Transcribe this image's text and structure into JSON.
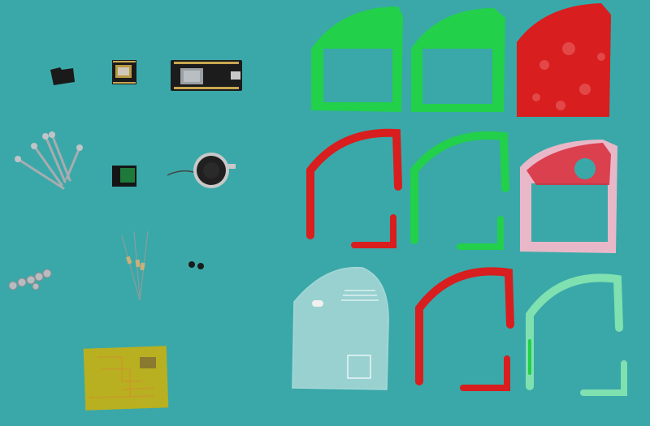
{
  "scene": {
    "background": "#3aa8a8",
    "colors": {
      "green_acrylic": "#22d04a",
      "red_acrylic": "#d81e1e",
      "red_dark": "#b01818",
      "pink": "#e8b8c8",
      "clear_acrylic": "#e8f4f4",
      "mint": "#7fe0b0",
      "pcb": "#b8b020",
      "copper": "#c89a2a",
      "metal": "#b8bcc0",
      "module_black": "#222222"
    },
    "objects": [
      "micro-sd-card",
      "mp3-module",
      "nodemcu-board",
      "screws",
      "push-button",
      "speaker",
      "resistors",
      "nuts",
      "small-washers",
      "pcb-board",
      "green-side-panel-1",
      "green-side-panel-2",
      "red-pearl-panel",
      "red-frame-arc-1",
      "green-frame-arc",
      "pink-frame-panel",
      "clear-front-panel",
      "red-frame-arc-2",
      "mint-frame-arc"
    ]
  }
}
